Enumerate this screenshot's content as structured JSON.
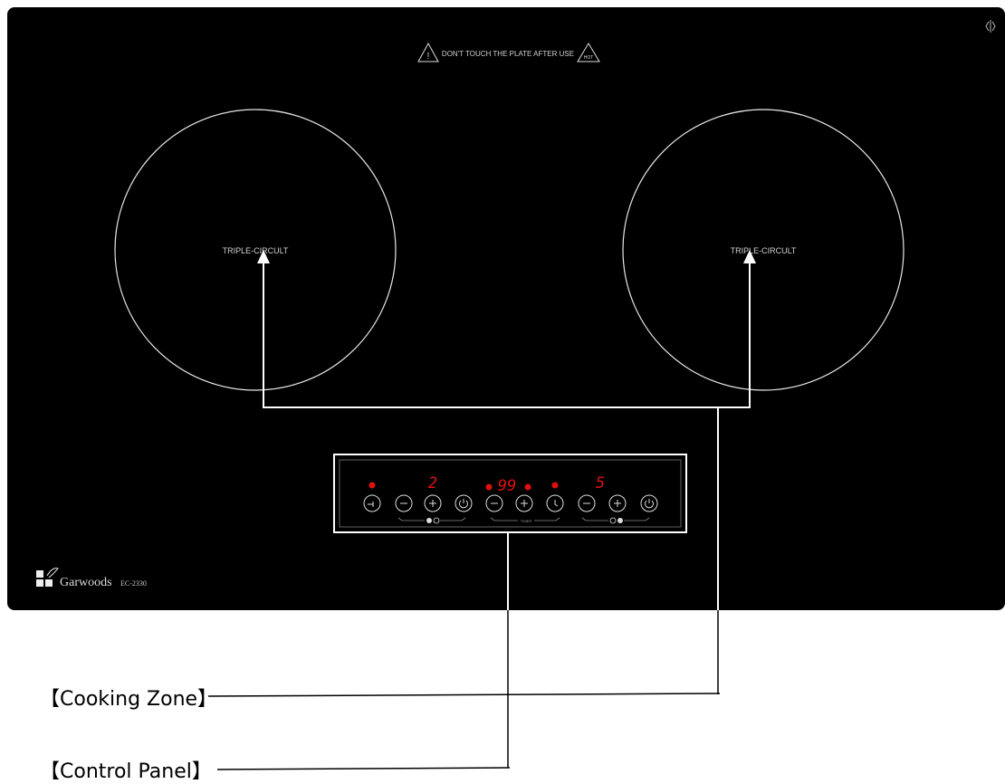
{
  "cooktop": {
    "warning_text": "DON'T TOUCH THE PLATE AFTER USE",
    "hot_symbol": "HOT",
    "brand": "Garwoods",
    "model": "EC-2330",
    "zone_left_label": "TRIPLE-CIRCULT",
    "zone_right_label": "TRIPLE-CIRCULT",
    "display_left": "2",
    "display_center": "99",
    "display_right": "5",
    "timer_text": "TIMER"
  },
  "callouts": {
    "cooking_zone": "【Cooking Zone】",
    "control_panel": "【Control Panel】"
  },
  "colors": {
    "glass": "#000000",
    "lines": "#ffffff",
    "led": "#e01010",
    "background": "#ffffff"
  },
  "icons": [
    "warning-triangle-icon",
    "hot-surface-icon",
    "lock-icon",
    "minus-icon",
    "plus-icon",
    "power-icon",
    "timer-icon",
    "garwoods-logo-icon",
    "corner-mark-icon"
  ]
}
